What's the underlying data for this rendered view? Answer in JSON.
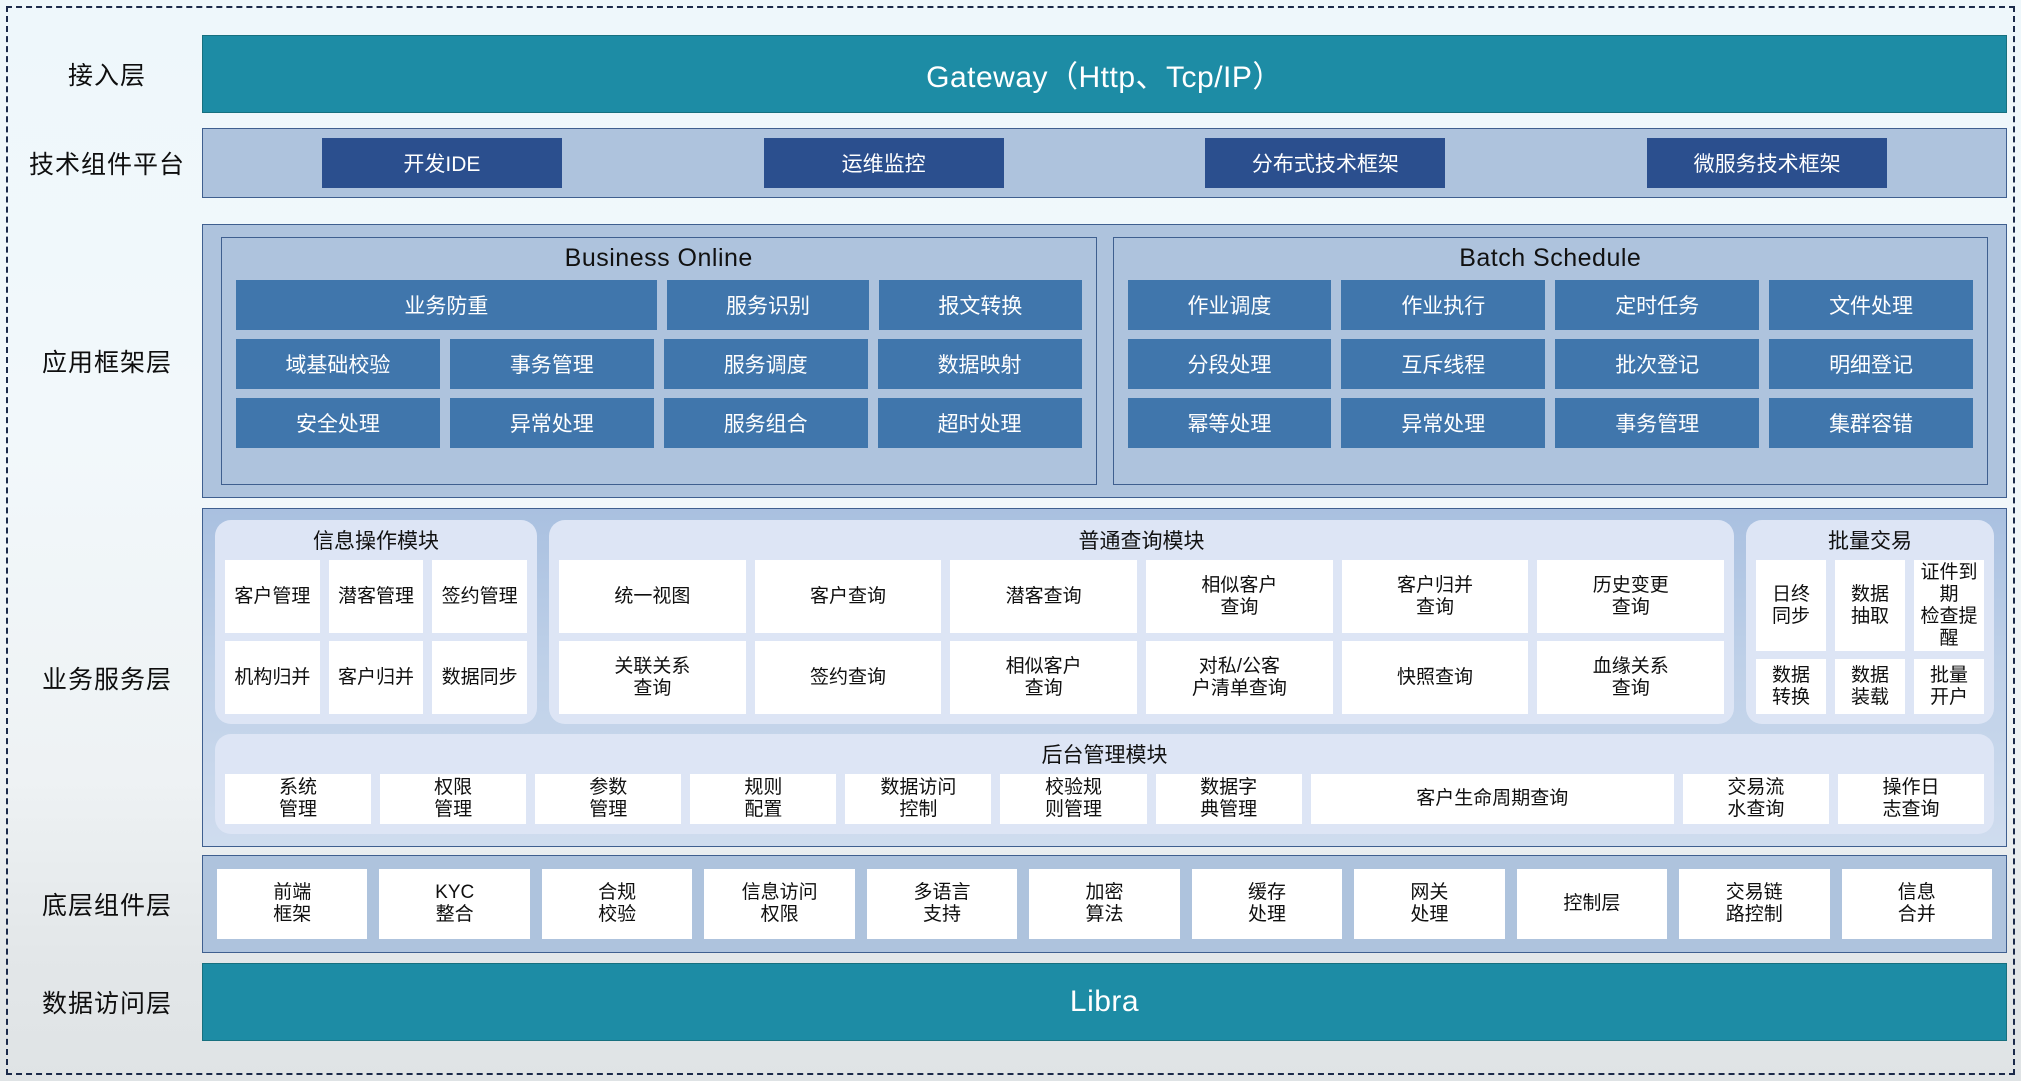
{
  "layers": [
    {
      "label": "接入层"
    },
    {
      "label": "技术组件平台"
    },
    {
      "label": "应用框架层"
    },
    {
      "label": "业务服务层"
    },
    {
      "label": "底层组件层"
    },
    {
      "label": "数据访问层"
    }
  ],
  "access_layer": {
    "title": "Gateway（Http、Tcp/IP）"
  },
  "tech_platform": {
    "tiles": [
      {
        "label": "开发IDE"
      },
      {
        "label": "运维监控"
      },
      {
        "label": "分布式技术框架"
      },
      {
        "label": "微服务技术框架"
      }
    ]
  },
  "app_framework": {
    "groups": [
      {
        "title": "Business Online",
        "rows": [
          [
            {
              "label": "业务防重",
              "span": 2
            },
            {
              "label": "服务识别",
              "span": 1
            },
            {
              "label": "报文转换",
              "span": 1
            }
          ],
          [
            {
              "label": "域基础校验",
              "span": 1
            },
            {
              "label": "事务管理",
              "span": 1
            },
            {
              "label": "服务调度",
              "span": 1
            },
            {
              "label": "数据映射",
              "span": 1
            }
          ],
          [
            {
              "label": "安全处理",
              "span": 1
            },
            {
              "label": "异常处理",
              "span": 1
            },
            {
              "label": "服务组合",
              "span": 1
            },
            {
              "label": "超时处理",
              "span": 1
            }
          ]
        ]
      },
      {
        "title": "Batch Schedule",
        "rows": [
          [
            {
              "label": "作业调度",
              "span": 1
            },
            {
              "label": "作业执行",
              "span": 1
            },
            {
              "label": "定时任务",
              "span": 1
            },
            {
              "label": "文件处理",
              "span": 1
            }
          ],
          [
            {
              "label": "分段处理",
              "span": 1
            },
            {
              "label": "互斥线程",
              "span": 1
            },
            {
              "label": "批次登记",
              "span": 1
            },
            {
              "label": "明细登记",
              "span": 1
            }
          ],
          [
            {
              "label": "幂等处理",
              "span": 1
            },
            {
              "label": "异常处理",
              "span": 1
            },
            {
              "label": "事务管理",
              "span": 1
            },
            {
              "label": "集群容错",
              "span": 1
            }
          ]
        ]
      }
    ]
  },
  "business_service": {
    "info_module": {
      "title": "信息操作模块",
      "rows": [
        [
          {
            "label": "客户管理"
          },
          {
            "label": "潜客管理"
          },
          {
            "label": "签约管理"
          }
        ],
        [
          {
            "label": "机构归并"
          },
          {
            "label": "客户归并"
          },
          {
            "label": "数据同步"
          }
        ]
      ]
    },
    "query_module": {
      "title": "普通查询模块",
      "rows": [
        [
          {
            "label": "统一视图"
          },
          {
            "label": "客户查询"
          },
          {
            "label": "潜客查询"
          },
          {
            "label": "相似客户\n查询"
          },
          {
            "label": "客户归并\n查询"
          },
          {
            "label": "历史变更\n查询"
          }
        ],
        [
          {
            "label": "关联关系\n查询"
          },
          {
            "label": "签约查询"
          },
          {
            "label": "相似客户\n查询"
          },
          {
            "label": "对私/公客\n户清单查询"
          },
          {
            "label": "快照查询"
          },
          {
            "label": "血缘关系\n查询"
          }
        ]
      ]
    },
    "batch_module": {
      "title": "批量交易",
      "rows": [
        [
          {
            "label": "日终\n同步"
          },
          {
            "label": "数据\n抽取"
          },
          {
            "label": "证件到期\n检查提醒"
          }
        ],
        [
          {
            "label": "数据\n转换"
          },
          {
            "label": "数据\n装载"
          },
          {
            "label": "批量\n开户"
          }
        ]
      ]
    },
    "admin_module": {
      "title": "后台管理模块",
      "rows": [
        [
          {
            "label": "系统\n管理",
            "wide": false
          },
          {
            "label": "权限\n管理",
            "wide": false
          },
          {
            "label": "参数\n管理",
            "wide": false
          },
          {
            "label": "规则\n配置",
            "wide": false
          },
          {
            "label": "数据访问\n控制",
            "wide": false
          },
          {
            "label": "校验规\n则管理",
            "wide": false
          },
          {
            "label": "数据字\n典管理",
            "wide": false
          },
          {
            "label": "客户生命周期查询",
            "wide": true
          },
          {
            "label": "交易流\n水查询",
            "wide": false
          },
          {
            "label": "操作日\n志查询",
            "wide": false
          }
        ]
      ]
    }
  },
  "component_layer": {
    "tiles": [
      {
        "label": "前端\n框架"
      },
      {
        "label": "KYC\n整合"
      },
      {
        "label": "合规\n校验"
      },
      {
        "label": "信息访问\n权限"
      },
      {
        "label": "多语言\n支持"
      },
      {
        "label": "加密\n算法"
      },
      {
        "label": "缓存\n处理"
      },
      {
        "label": "网关\n处理"
      },
      {
        "label": "控制层"
      },
      {
        "label": "交易链\n路控制"
      },
      {
        "label": "信息\n合并"
      }
    ]
  },
  "data_access_layer": {
    "title": "Libra"
  },
  "colors": {
    "teal": "#1d8ca5",
    "band_blue": "#aec3dd",
    "tile_blue": "#4076ac",
    "tech_tile_blue": "#2b4f8e",
    "panel_bg": "#dde5f5",
    "border": "#3f5f8f",
    "white_tile": "#ffffff"
  }
}
